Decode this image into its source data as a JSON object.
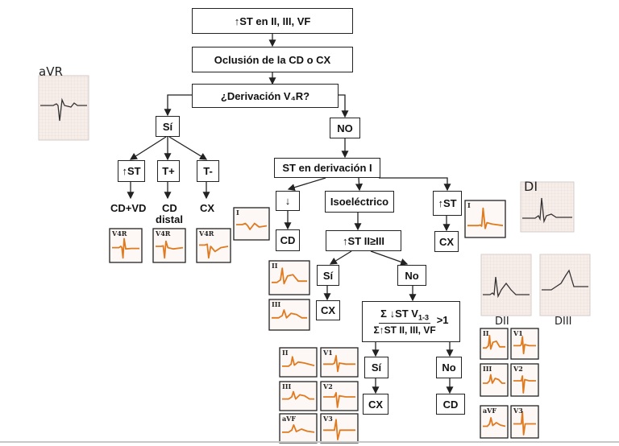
{
  "nodes": {
    "top": "↑ST en  II, III, VF",
    "occlusion": "Oclusión de la CD o CX",
    "question": "¿Derivación V₄R?",
    "si": "Sí",
    "no": "NO",
    "st_up": "↑ST",
    "t_pos": "T+",
    "t_neg": "T-",
    "res_cdvd": "CD+VD",
    "res_cd_distal_1": "CD",
    "res_cd_distal_2": "distal",
    "res_cx": "CX",
    "st_lead_i": "ST en derivación I",
    "down_arrow": "↓",
    "isoelectric": "Isoeléctrico",
    "up_st": "↑ST",
    "res_cd_left": "CD",
    "st_ii_iii": "↑ST II≥III",
    "res_cx_right": "CX",
    "si2": "Sí",
    "no2": "No",
    "res_cx_mid": "CX",
    "formula_top": "Σ ↓ST V",
    "formula_top_sub": "1-3",
    "formula_bottom": "Σ↑ST II, III, VF",
    "formula_gt": ">1",
    "si3": "Sí",
    "no3": "No",
    "res_cx_bottom": "CX",
    "res_cd_bottom": "CD"
  },
  "figures": {
    "avr": "aVR",
    "di": "DI",
    "dii": "DII",
    "diii": "DIII"
  },
  "strips": {
    "v4r": "V4R",
    "i": "I",
    "ii": "II",
    "iii": "III",
    "avf": "aVF",
    "v1": "V1",
    "v2": "V2",
    "v3": "V3"
  },
  "colors": {
    "ecg_trace": "#e07a1f",
    "box_border": "#222222",
    "grid": "#f1d3c9"
  }
}
